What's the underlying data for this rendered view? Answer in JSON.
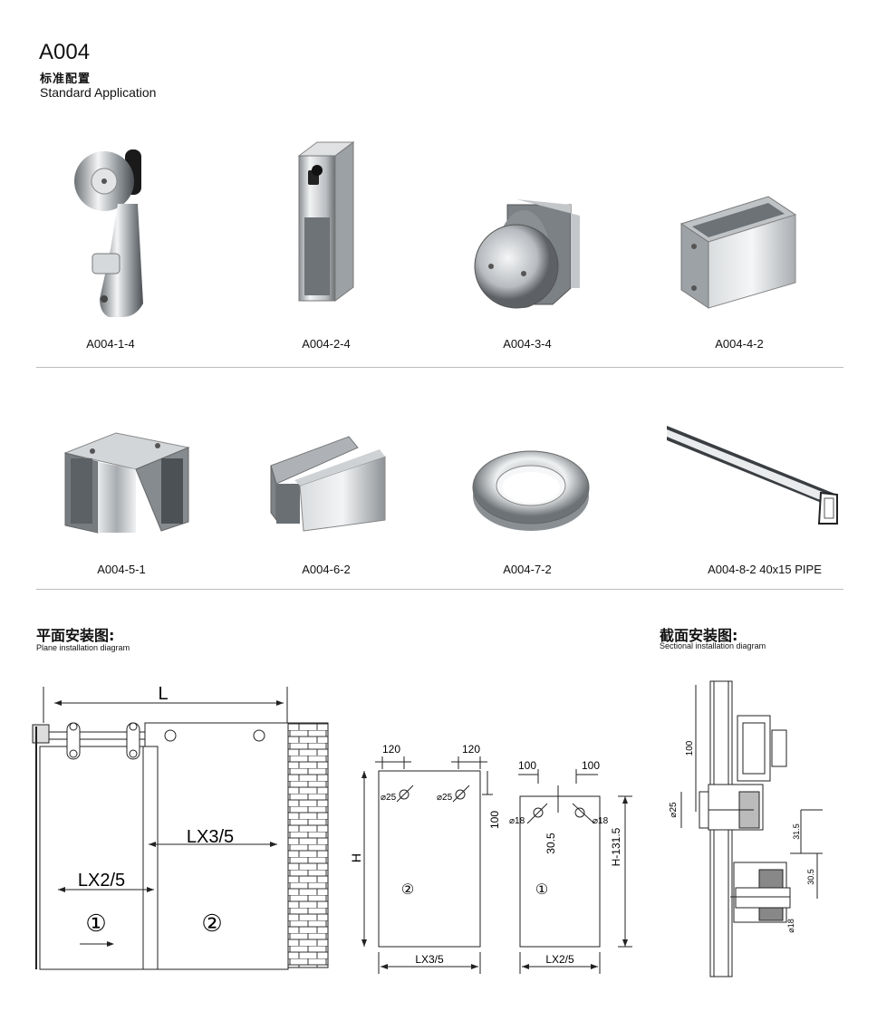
{
  "header": {
    "code": "A004",
    "title_cn": "标准配置",
    "title_en": "Standard Application"
  },
  "products_row1": [
    {
      "label": "A004-1-4",
      "icon": "roller-hanger"
    },
    {
      "label": "A004-2-4",
      "icon": "end-stopper"
    },
    {
      "label": "A004-3-4",
      "icon": "glass-clamp-disc"
    },
    {
      "label": "A004-4-2",
      "icon": "tube-connector"
    }
  ],
  "products_row2": [
    {
      "label": "A004-5-1",
      "icon": "corner-connector"
    },
    {
      "label": "A004-6-2",
      "icon": "floor-guide"
    },
    {
      "label": "A004-7-2",
      "icon": "ring-handle"
    },
    {
      "label": "A004-8-2  40x15 PIPE",
      "icon": "rail-pipe"
    }
  ],
  "plane_section": {
    "title_cn": "平面安装图:",
    "title_en": "Plane installation diagram",
    "L": "L",
    "lx35": "LX3/5",
    "lx25": "LX2/5",
    "panel1": "①",
    "panel2": "②"
  },
  "sectional_section": {
    "title_cn": "截面安装图:",
    "title_en": "Sectional installation diagram"
  },
  "panel2_diagram": {
    "dim_left": "120",
    "dim_right": "120",
    "hole_left": "⌀25",
    "hole_right": "⌀25",
    "dim_side": "100",
    "height": "H",
    "bottom": "LX3/5",
    "panel": "②"
  },
  "panel1_diagram": {
    "dim_left": "100",
    "dim_right": "100",
    "hole_left": "⌀18",
    "hole_right": "⌀18",
    "dim_mid": "30.5",
    "height": "H-131.5",
    "bottom": "LX2/5",
    "panel": "①"
  },
  "section_diagram": {
    "dim_100": "100",
    "dim_25": "⌀25",
    "dim_315": "31.5",
    "dim_305": "30.5",
    "dim_18": "⌀18"
  },
  "colors": {
    "steel_dark": "#5f6468",
    "steel_light": "#e8eaec",
    "line": "#222222"
  }
}
